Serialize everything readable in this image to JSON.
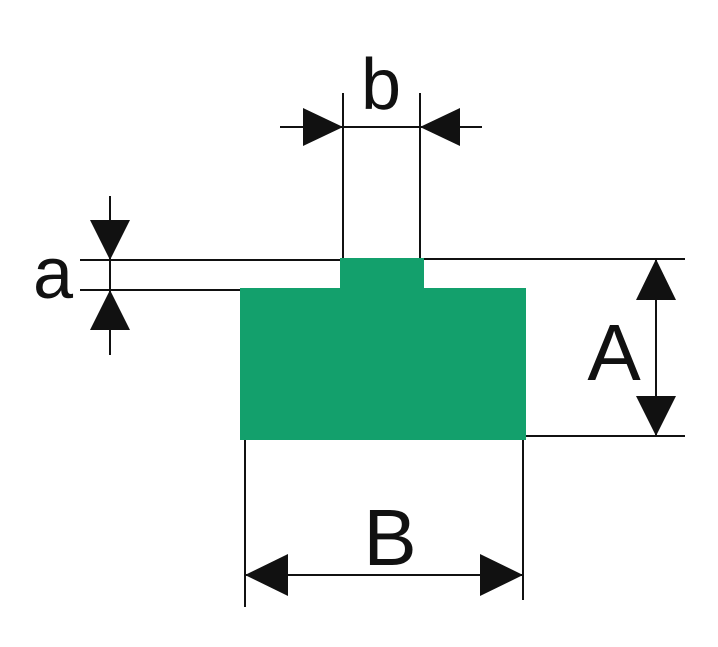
{
  "colors": {
    "profile_fill": "#13a06c",
    "line": "#111111",
    "background": "#ffffff"
  },
  "labels": {
    "small_width": "b",
    "small_height": "a",
    "total_height": "A",
    "base_width": "B"
  }
}
